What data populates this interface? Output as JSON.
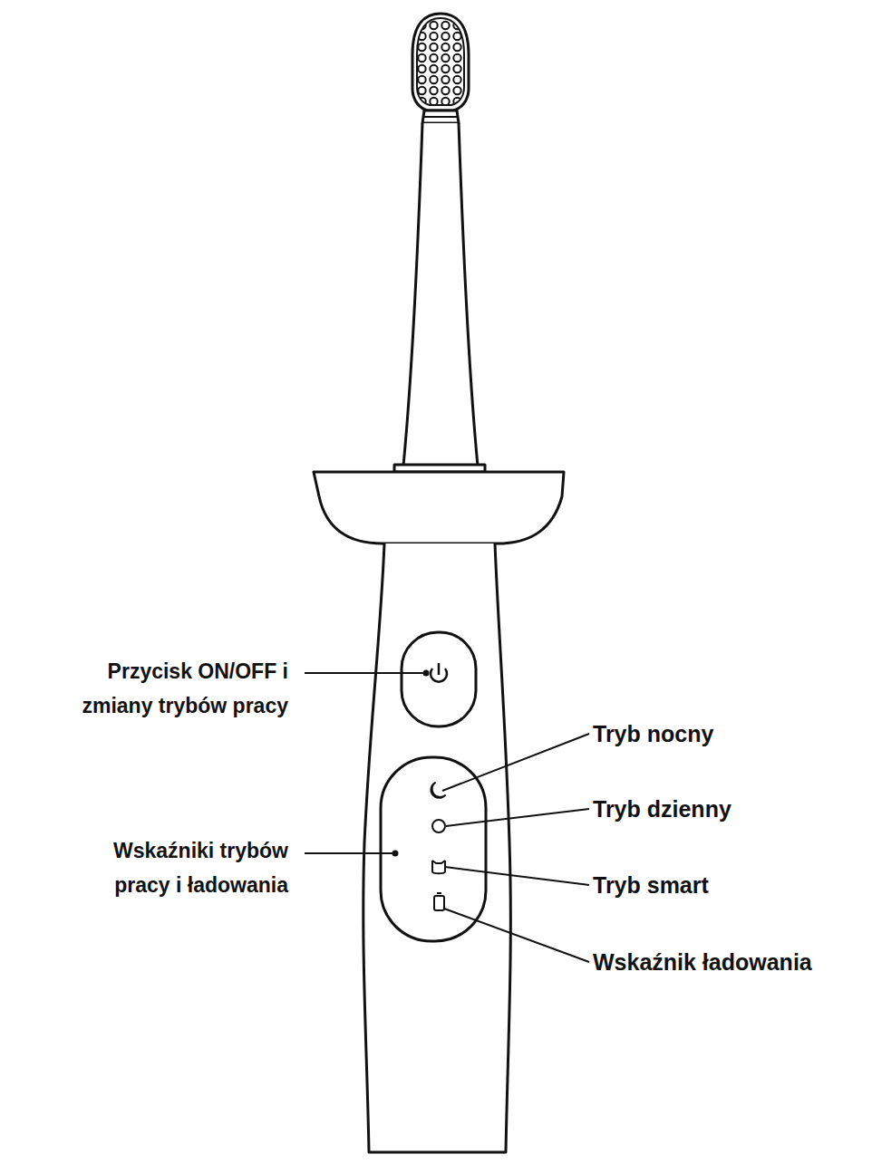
{
  "diagram": {
    "labels": [
      "Przycisk ON/OFF i zmiany trybów pracy",
      "Tryb nocny",
      "Tryb dzienny",
      "Wskaźniki trybów pracy i ładowania",
      "Tryb smart",
      "Wskaźnik ładowania"
    ]
  }
}
